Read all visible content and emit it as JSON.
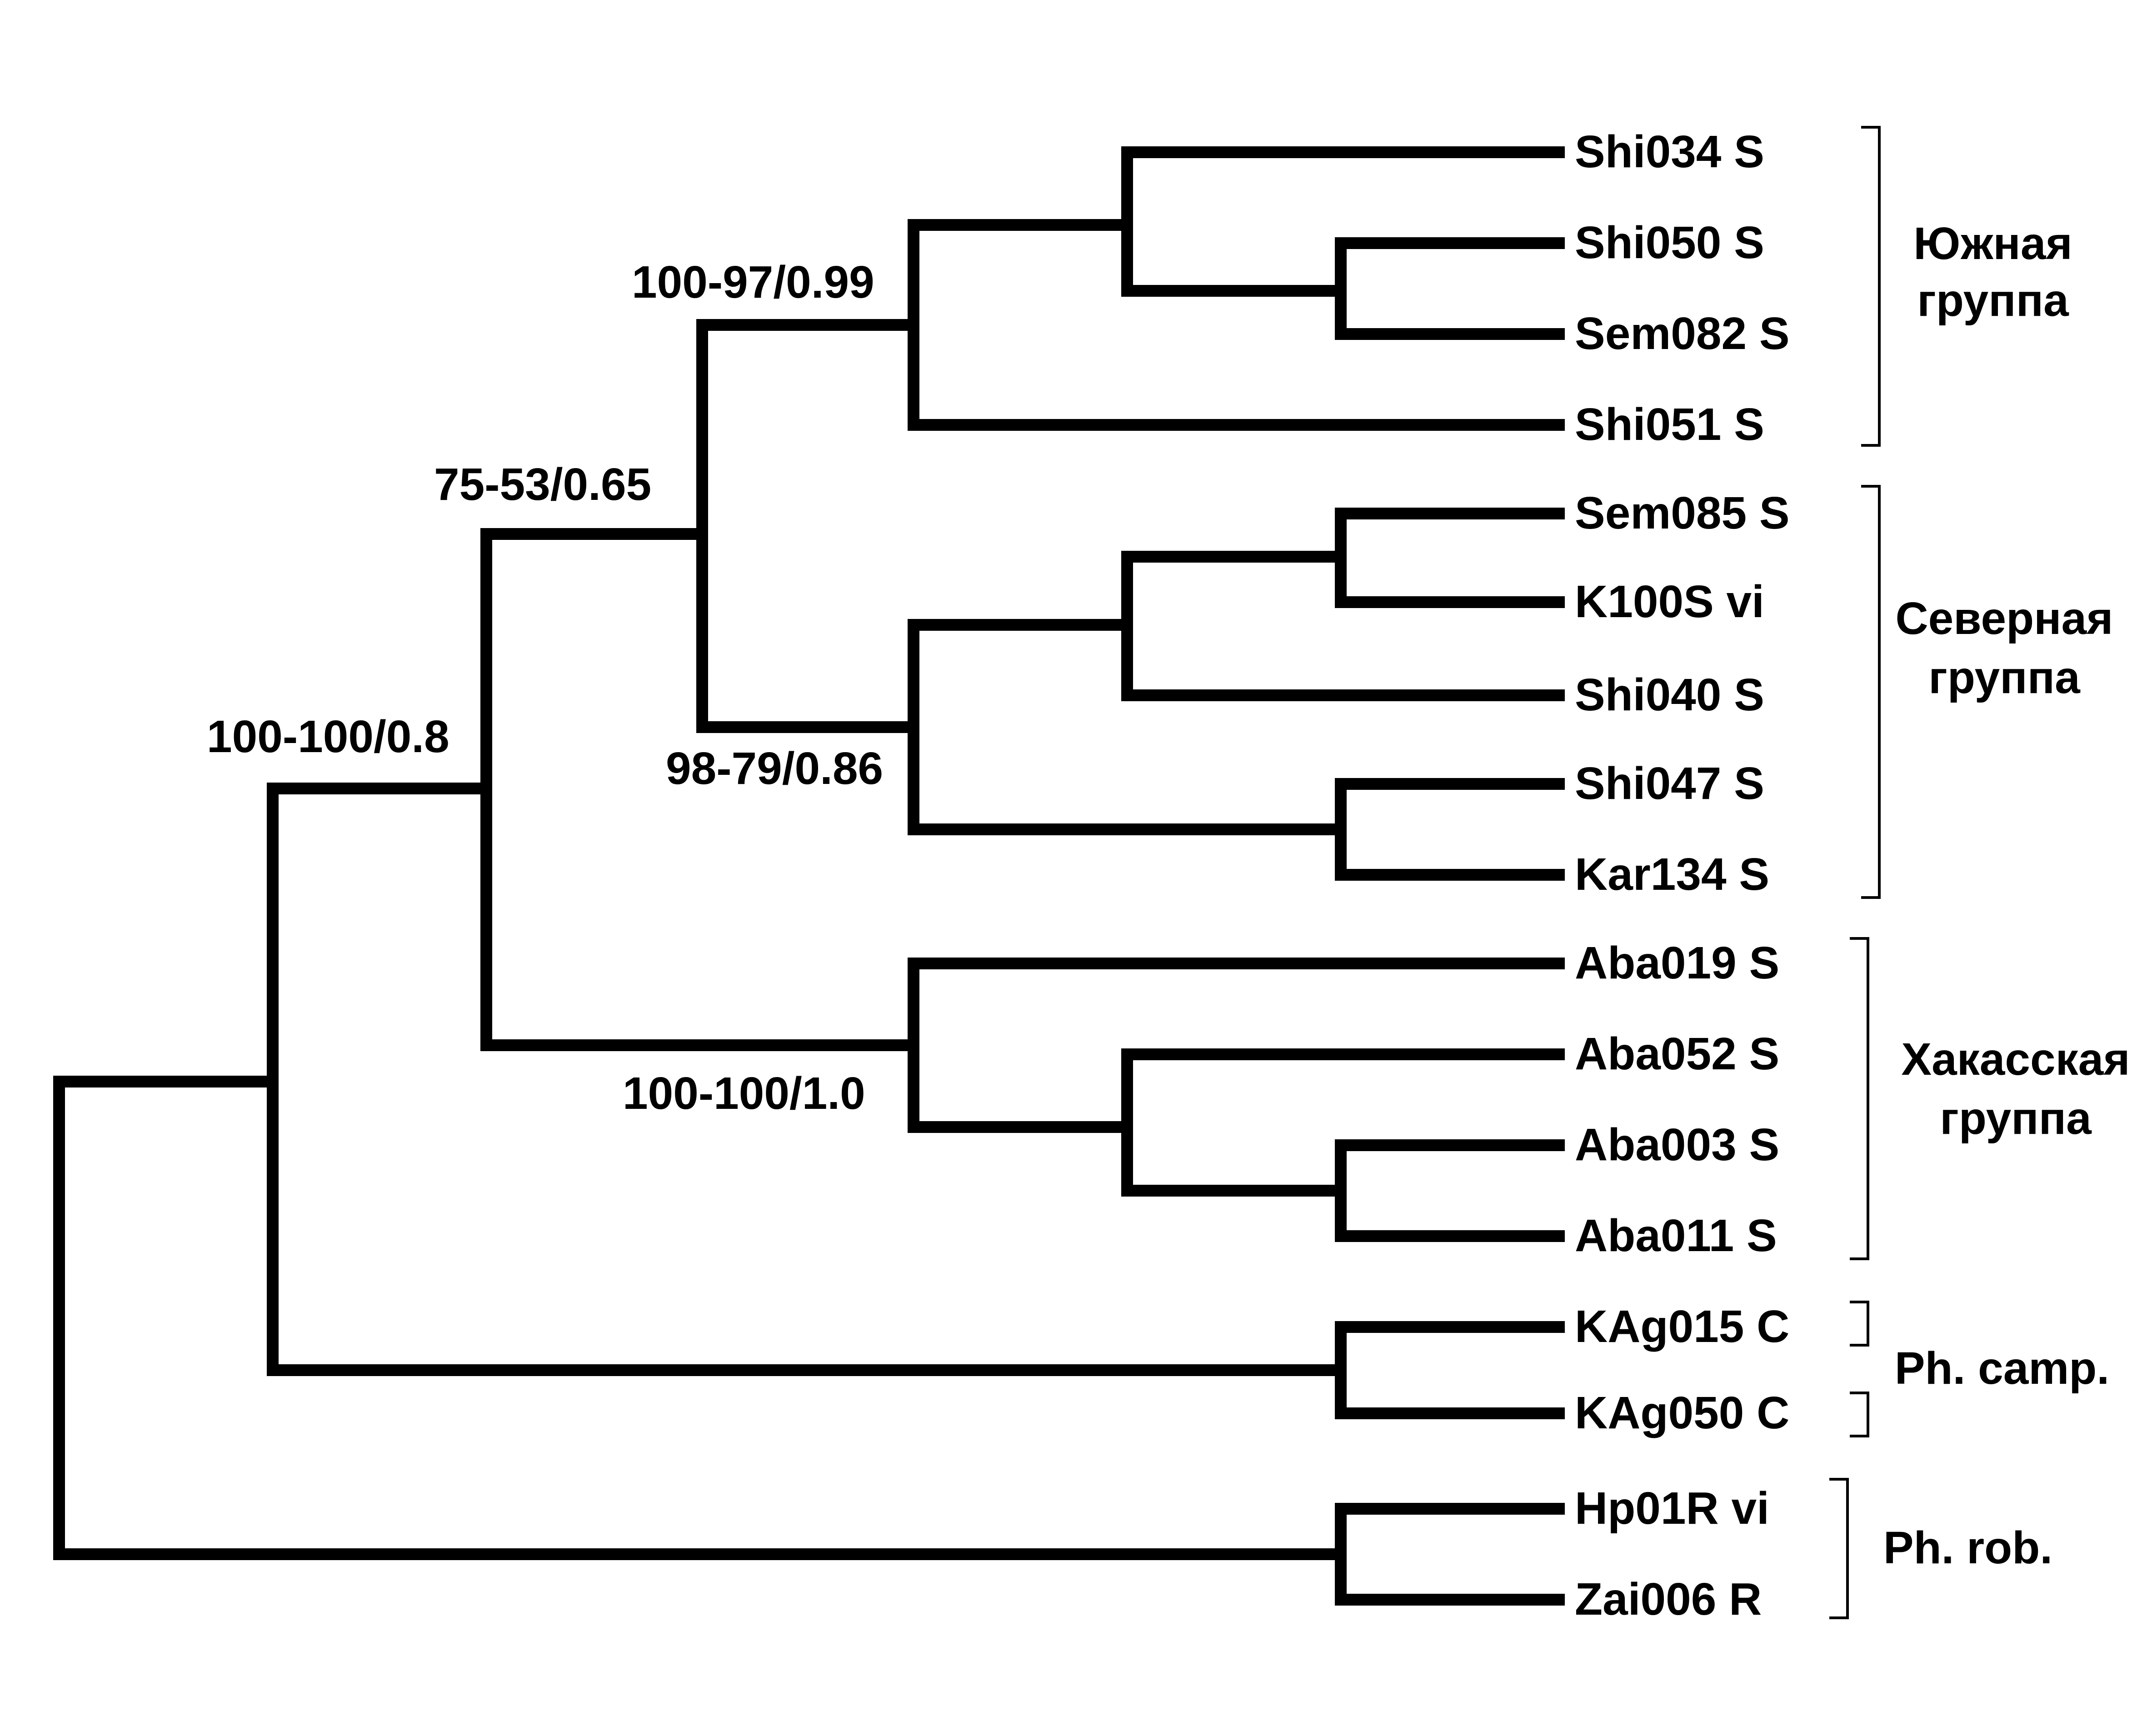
{
  "tree": {
    "leaves": [
      "Shi034 S",
      "Shi050 S",
      "Sem082 S",
      "Shi051 S",
      "Sem085 S",
      "K100S vi",
      "Shi040 S",
      "Shi047 S",
      "Kar134 S",
      "Aba019 S",
      "Aba052 S",
      "Aba003 S",
      "Aba011 S",
      "KAg015 C",
      "KAg050 C",
      "Hp01R vi",
      "Zai006 R"
    ],
    "support_values": {
      "root_ingroup": "100-100/0.8",
      "siberian_clade": "75-53/0.65",
      "southern_clade": "100-97/0.99",
      "northern_clade": "98-79/0.86",
      "khakass_clade": "100-100/1.0"
    },
    "groups": {
      "southern": [
        "Южная",
        "группа"
      ],
      "northern": [
        "Северная",
        "группа"
      ],
      "khakass": [
        "Хакасская",
        "группа"
      ],
      "ph_camp": [
        "Ph. camp."
      ],
      "ph_rob": [
        "Ph. rob."
      ]
    }
  }
}
